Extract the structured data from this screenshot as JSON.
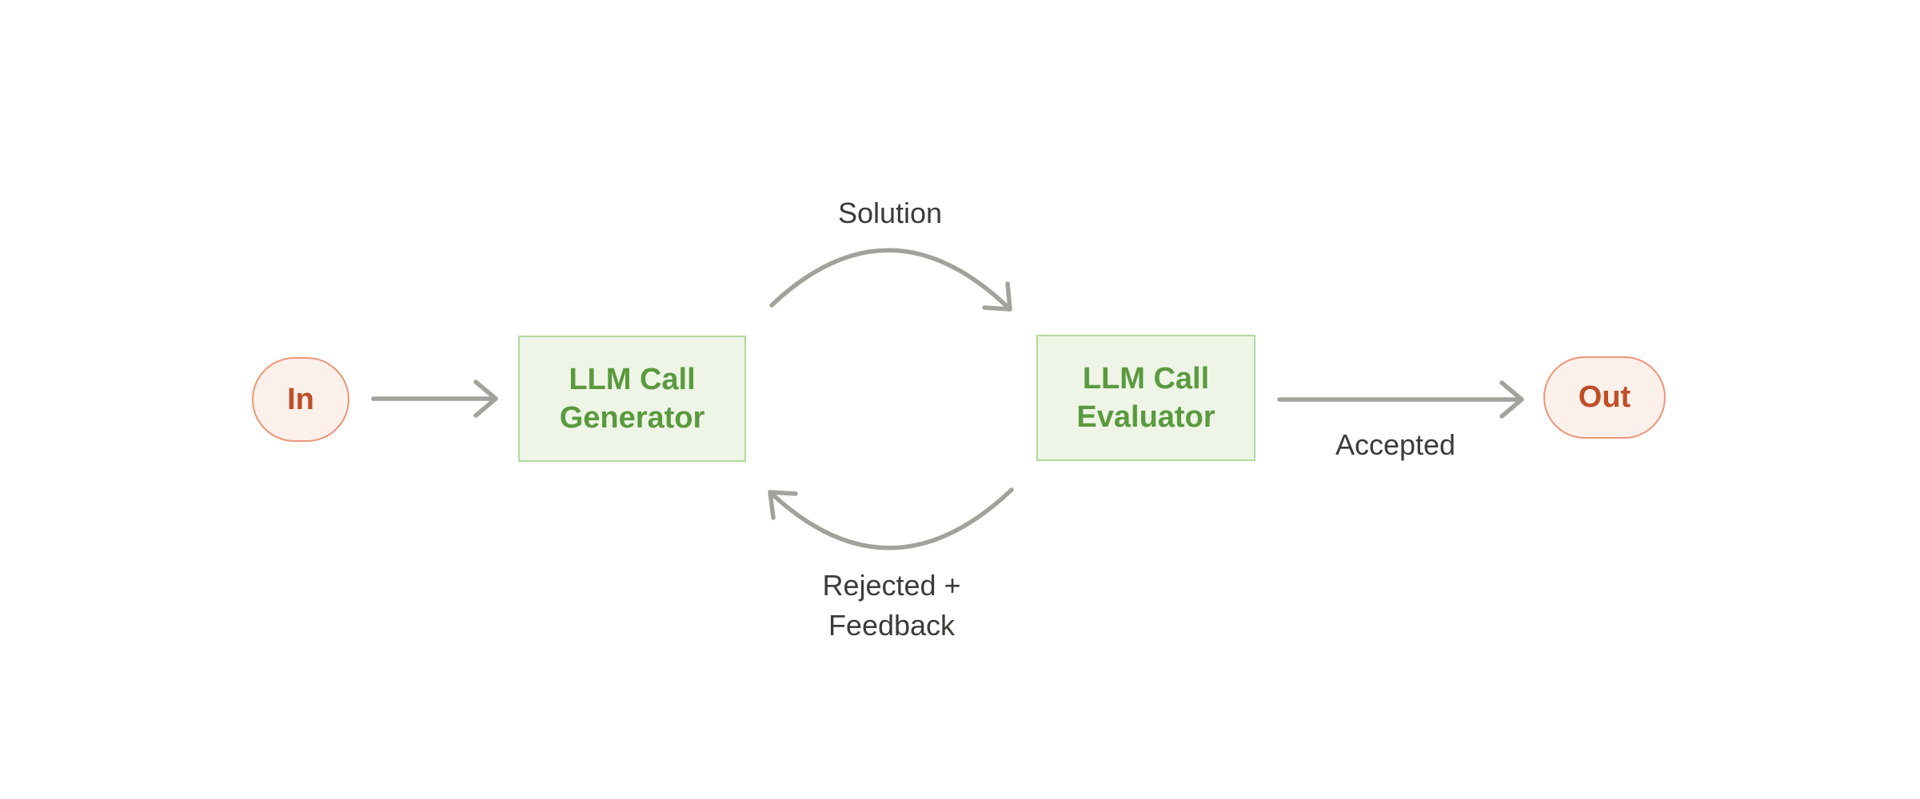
{
  "colors": {
    "canvas-bg": "#ffffff",
    "box-bg": "#eef5e7",
    "box-border": "#b3d89b",
    "box-text": "#5a9a3e",
    "pill-bg": "#fcf0ea",
    "pill-border": "#ea9679",
    "pill-text": "#c04e27",
    "edge": "#a2a29d",
    "label-text": "#3b3b39"
  },
  "nodes": {
    "in": {
      "label": "In"
    },
    "generator": {
      "label": "LLM Call Generator",
      "lines": [
        "LLM Call",
        "Generator"
      ]
    },
    "evaluator": {
      "label": "LLM Call Evaluator",
      "lines": [
        "LLM Call",
        "Evaluator"
      ]
    },
    "out": {
      "label": "Out"
    }
  },
  "edges": {
    "solution": {
      "label": "Solution"
    },
    "accepted": {
      "label": "Accepted"
    },
    "rejected_feedback": {
      "label": "Rejected + Feedback",
      "lines": [
        "Rejected +",
        "Feedback"
      ]
    }
  }
}
